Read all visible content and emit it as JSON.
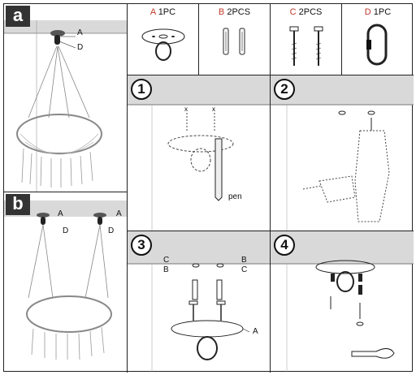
{
  "panels": {
    "a": {
      "tag": "a",
      "callouts": {
        "A": "A",
        "D": "D"
      }
    },
    "b": {
      "tag": "b",
      "callouts": {
        "A_left": "A",
        "A_right": "A",
        "D_left": "D",
        "D_right": "D"
      }
    }
  },
  "parts": [
    {
      "letter": "A",
      "qty": "1PC"
    },
    {
      "letter": "B",
      "qty": "2PCS"
    },
    {
      "letter": "C",
      "qty": "2PCS"
    },
    {
      "letter": "D",
      "qty": "1PC"
    }
  ],
  "steps": {
    "s1": {
      "num": "1",
      "pen_label": "pen"
    },
    "s2": {
      "num": "2"
    },
    "s3": {
      "num": "3",
      "labels": {
        "C_left": "C",
        "B_left": "B",
        "B_right": "B",
        "C_right": "C",
        "A": "A"
      }
    },
    "s4": {
      "num": "4"
    }
  },
  "colors": {
    "part_letter": "#c0392b",
    "tag_bg": "#333333",
    "ceiling": "#d9d9d9"
  }
}
